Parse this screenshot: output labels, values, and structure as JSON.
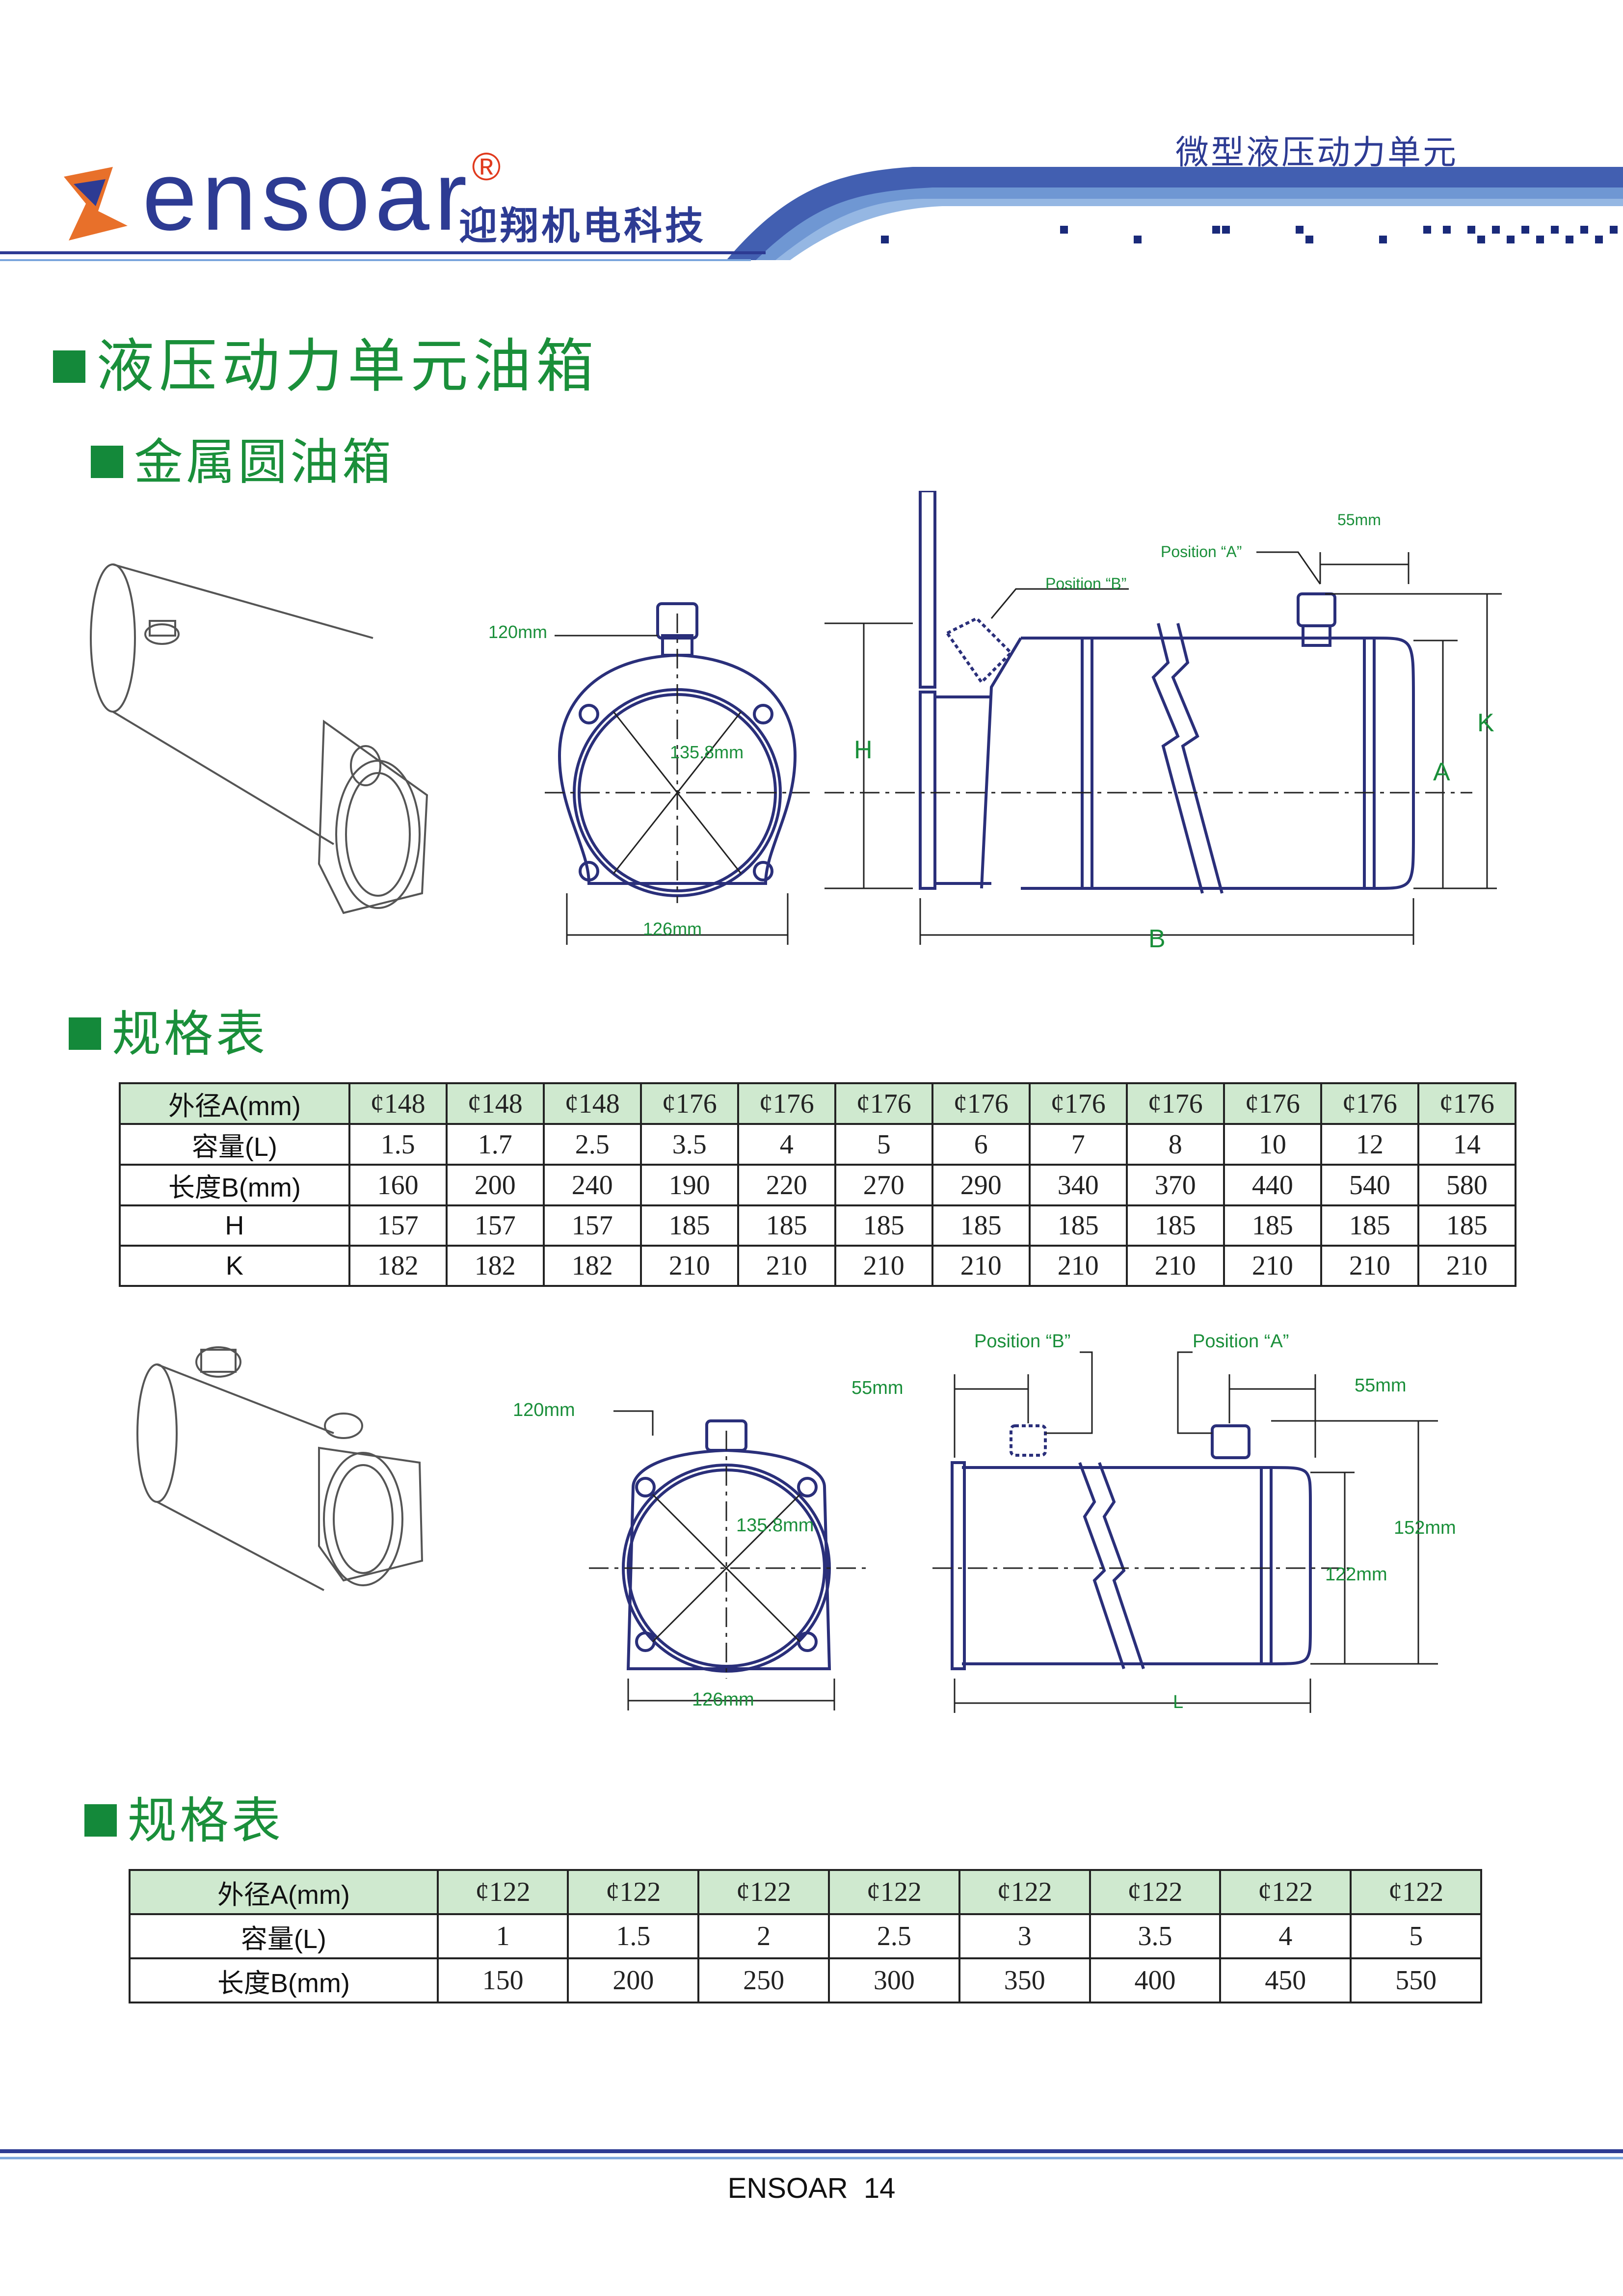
{
  "header": {
    "brand": "ensoar",
    "brand_cn": "迎翔机电科技",
    "tagline": "微型液压动力单元"
  },
  "section_title": "液压动力单元油箱",
  "subsection_title": "金属圆油箱",
  "table_title": "规格表",
  "drawing1": {
    "d120": "120mm",
    "d1358": "135.8mm",
    "d126": "126mm",
    "pos_a": "Position “A”",
    "pos_b": "Position “B”",
    "d55": "55mm",
    "H": "H",
    "K": "K",
    "A": "A",
    "B": "B"
  },
  "table1": {
    "rows": [
      [
        "外径A(mm)",
        "¢148",
        "¢148",
        "¢148",
        "¢176",
        "¢176",
        "¢176",
        "¢176",
        "¢176",
        "¢176",
        "¢176",
        "¢176",
        "¢176"
      ],
      [
        "容量(L)",
        "1.5",
        "1.7",
        "2.5",
        "3.5",
        "4",
        "5",
        "6",
        "7",
        "8",
        "10",
        "12",
        "14"
      ],
      [
        "长度B(mm)",
        "160",
        "200",
        "240",
        "190",
        "220",
        "270",
        "290",
        "340",
        "370",
        "440",
        "540",
        "580"
      ],
      [
        "H",
        "157",
        "157",
        "157",
        "185",
        "185",
        "185",
        "185",
        "185",
        "185",
        "185",
        "185",
        "185"
      ],
      [
        "K",
        "182",
        "182",
        "182",
        "210",
        "210",
        "210",
        "210",
        "210",
        "210",
        "210",
        "210",
        "210"
      ]
    ]
  },
  "drawing2": {
    "d120": "120mm",
    "d1358": "135.8mm",
    "d126": "126mm",
    "pos_a": "Position “A”",
    "pos_b": "Position “B”",
    "d55_left": "55mm",
    "d55_right": "55mm",
    "d152": "152mm",
    "d122": "122mm",
    "L": "L"
  },
  "table2": {
    "rows": [
      [
        "外径A(mm)",
        "¢122",
        "¢122",
        "¢122",
        "¢122",
        "¢122",
        "¢122",
        "¢122",
        "¢122"
      ],
      [
        "容量(L)",
        "1",
        "1.5",
        "2",
        "2.5",
        "3",
        "3.5",
        "4",
        "5"
      ],
      [
        "长度B(mm)",
        "150",
        "200",
        "250",
        "300",
        "350",
        "400",
        "450",
        "550"
      ]
    ]
  },
  "footer": "ENSOAR  14",
  "colors": {
    "brand_blue": "#2d3b93",
    "title_green": "#1a8f3a",
    "table_header_bg": "#cfe9cf"
  }
}
